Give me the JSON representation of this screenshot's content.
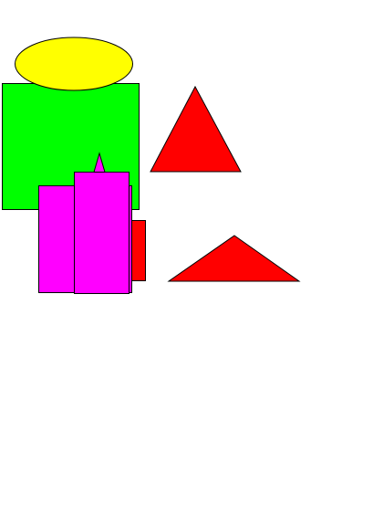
{
  "canvas": {
    "background": "#ffffff"
  },
  "colors": {
    "green": "#00ff00",
    "yellow": "#ffff00",
    "red": "#ff0000",
    "magenta": "#ff00ff",
    "outline": "#000000"
  },
  "shapes": [
    {
      "name": "green-rectangle",
      "kind": "rectangle",
      "color": "green"
    },
    {
      "name": "yellow-ellipse",
      "kind": "ellipse",
      "color": "yellow"
    },
    {
      "name": "red-triangle-upper",
      "kind": "triangle",
      "color": "red"
    },
    {
      "name": "red-small-rectangle",
      "kind": "rectangle",
      "color": "red"
    },
    {
      "name": "magenta-rectangle-left",
      "kind": "rectangle",
      "color": "magenta"
    },
    {
      "name": "magenta-rectangle-tall",
      "kind": "rectangle",
      "color": "magenta"
    },
    {
      "name": "magenta-spike",
      "kind": "triangle",
      "color": "magenta"
    },
    {
      "name": "red-triangle-lower",
      "kind": "triangle",
      "color": "red"
    }
  ]
}
